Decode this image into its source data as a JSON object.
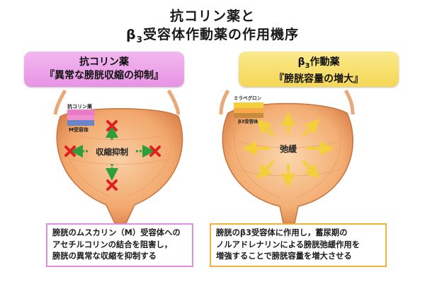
{
  "title_line1": "抗コリン薬と",
  "title_line2_prefix": "β",
  "title_line2_sub": "3",
  "title_line2_suffix": "受容体作動薬の作用機序",
  "left_panel": {
    "header_line1": "抗コリン薬",
    "header_line2": "『異常な膀胱収縮の抑制』",
    "drug_label": "抗コリン薬",
    "receptor_label": "M受容体",
    "center_label": "収縮抑制",
    "description": [
      "膀胱のムスカリン（M）受容体への",
      "アセチルコリンの結合を阻害し，",
      "膀胱の異常な収縮を抑制する"
    ]
  },
  "right_panel": {
    "header_line1_prefix": "β",
    "header_line1_sub": "3",
    "header_line1_suffix": "作動薬",
    "header_line2": "『膀胱容量の増大』",
    "drug_label": "ミラベグロン",
    "receptor_label": "β3受容体",
    "center_label": "弛緩",
    "description": [
      "膀胱のβ3受容体に作用し，蓄尿期の",
      "ノルアドレナリンによる膀胱弛緩作用を",
      "増強することで膀胱容量を増大させる"
    ]
  },
  "colors": {
    "left_header": "#e893e4",
    "right_header": "#f5d755",
    "bladder": "#f2b27c",
    "bladder_dark": "#d9824a",
    "green_arrow": "#2e9e3a",
    "red_x": "#e02020",
    "yellow_arrow": "#f3cf3a"
  }
}
